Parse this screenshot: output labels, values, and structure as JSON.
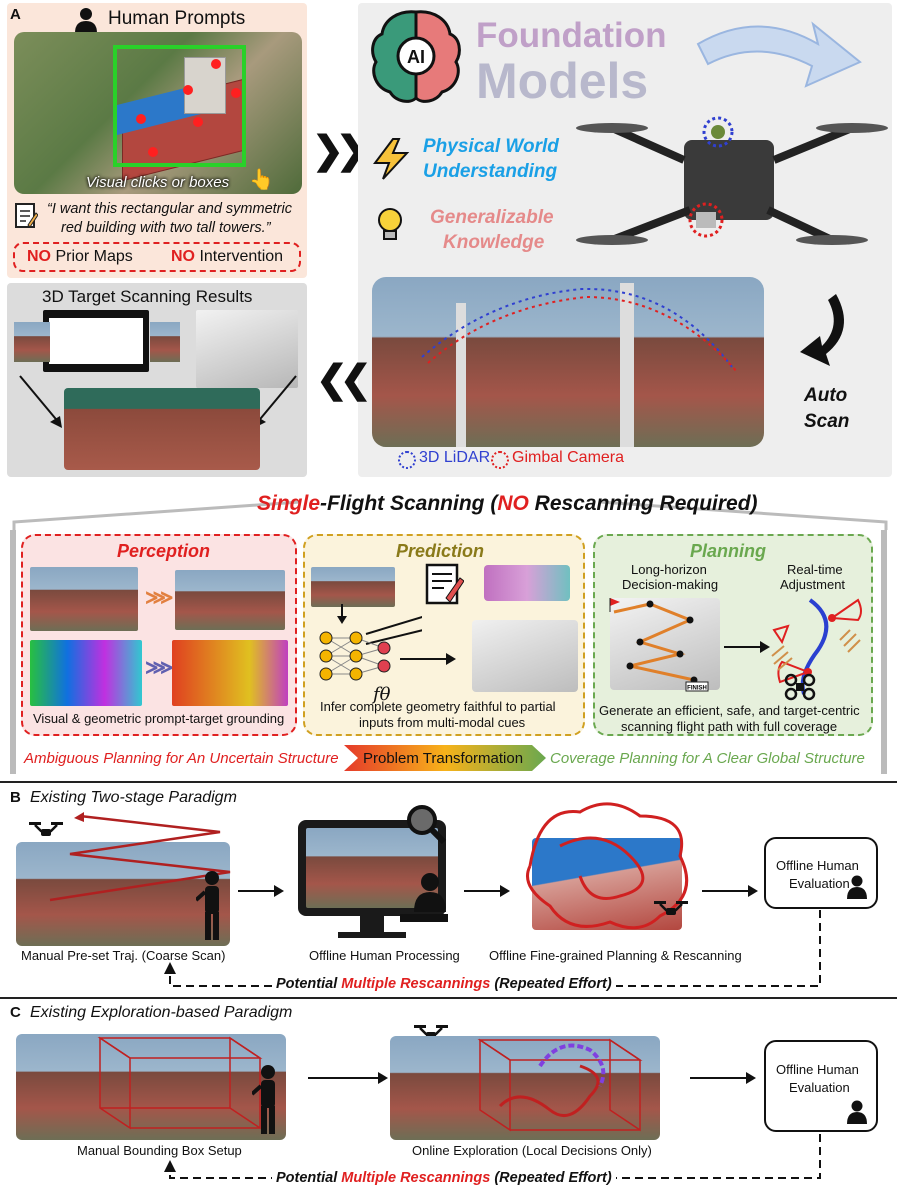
{
  "panelA": {
    "label": "A",
    "human_prompts": "Human Prompts",
    "visual_clicks": "Visual clicks or boxes",
    "quote_line1": "“I want this rectangular and symmetric",
    "quote_line2": "red building with two tall towers.”",
    "no1": "NO",
    "prior_maps": "Prior Maps",
    "no2": "NO",
    "intervention": "Intervention",
    "fm_ai": "AI",
    "fm_line1": "Foundation",
    "fm_line2": "Models",
    "physical_1": "Physical World",
    "physical_2": "Understanding",
    "general_1": "Generalizable",
    "general_2": "Knowledge",
    "scan_results": "3D Target Scanning Results",
    "auto_scan_1": "Auto",
    "auto_scan_2": "Scan",
    "lidar": "3D LiDAR",
    "gimbal": "Gimbal Camera"
  },
  "single_flight": {
    "single": "Single",
    "flight_scanning": "-Flight Scanning (",
    "no": "NO",
    "rescanning": " Rescanning Required)"
  },
  "perception": {
    "title": "Perception",
    "caption": "Visual & geometric prompt-target grounding"
  },
  "prediction": {
    "title": "Prediction",
    "f_theta": "fθ",
    "caption1": "Infer complete geometry faithful to partial",
    "caption2": "inputs from multi-modal cues"
  },
  "planning": {
    "title": "Planning",
    "long_1": "Long-horizon",
    "long_2": "Decision-making",
    "rt_1": "Real-time",
    "rt_2": "Adjustment",
    "finish": "FINISH",
    "caption1": "Generate an efficient, safe, and target-centric",
    "caption2": "scanning flight path with full coverage"
  },
  "transform": {
    "left": "Ambiguous Planning for An Uncertain Structure",
    "middle": "Problem Transformation",
    "right": "Coverage Planning for A Clear Global Structure"
  },
  "panelB": {
    "label": "B",
    "title": "Existing Two-stage Paradigm",
    "step1": "Manual Pre-set Traj. (Coarse Scan)",
    "step2": "Offline Human Processing",
    "step3": "Offline Fine-grained Planning & Rescanning",
    "eval_1": "Offline Human",
    "eval_2": "Evaluation",
    "loop_1": "Potential ",
    "loop_2": "Multiple Rescannings",
    "loop_3": " (Repeated Effort)"
  },
  "panelC": {
    "label": "C",
    "title": "Existing Exploration-based Paradigm",
    "step1": "Manual Bounding Box Setup",
    "step2": "Online Exploration (Local Decisions Only)",
    "eval_1": "Offline Human",
    "eval_2": "Evaluation",
    "loop_1": "Potential ",
    "loop_2": "Multiple Rescannings",
    "loop_3": " (Repeated Effort)"
  },
  "colors": {
    "red": "#e02020",
    "blue": "#1aa0e6",
    "pink": "#e58a8a",
    "perception_bg": "#fbe3e3",
    "prediction_bg": "#fbf3dc",
    "planning_bg": "#e6f0dc",
    "green": "#6aa84f",
    "olive": "#8a7a1a"
  }
}
